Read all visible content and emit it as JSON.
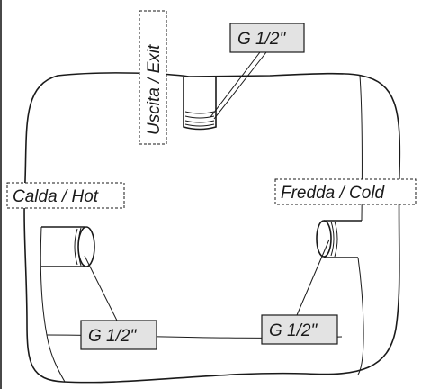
{
  "labels": {
    "exit": "Uscita / Exit",
    "hot": "Calda / Hot",
    "cold": "Fredda / Cold",
    "thread_top": "G 1/2\"",
    "thread_left": "G 1/2\"",
    "thread_right": "G 1/2\""
  }
}
